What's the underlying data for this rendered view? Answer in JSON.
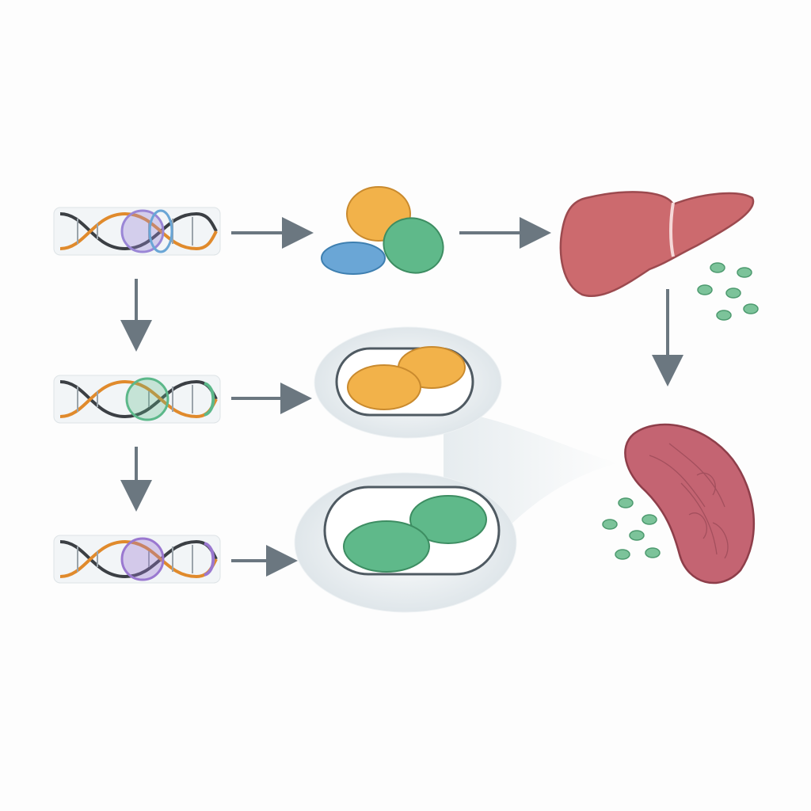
{
  "diagram": {
    "labels": [],
    "dna_strands": [
      {
        "name": "dna-strand-1",
        "accent": "#e08a2c",
        "mid": "#9a86d6"
      },
      {
        "name": "dna-strand-2",
        "accent": "#e08a2c",
        "mid": "#5cb88a"
      },
      {
        "name": "dna-strand-3",
        "accent": "#e08a2c",
        "mid": "#9a78d0"
      }
    ],
    "cells": {
      "orange": "#f2b24a",
      "blue": "#6aa6d6",
      "green": "#5fb98a"
    },
    "organs": {
      "liver": "#cc6a6e",
      "kidney": "#c46472"
    },
    "arrow_color": "#6b7780"
  }
}
